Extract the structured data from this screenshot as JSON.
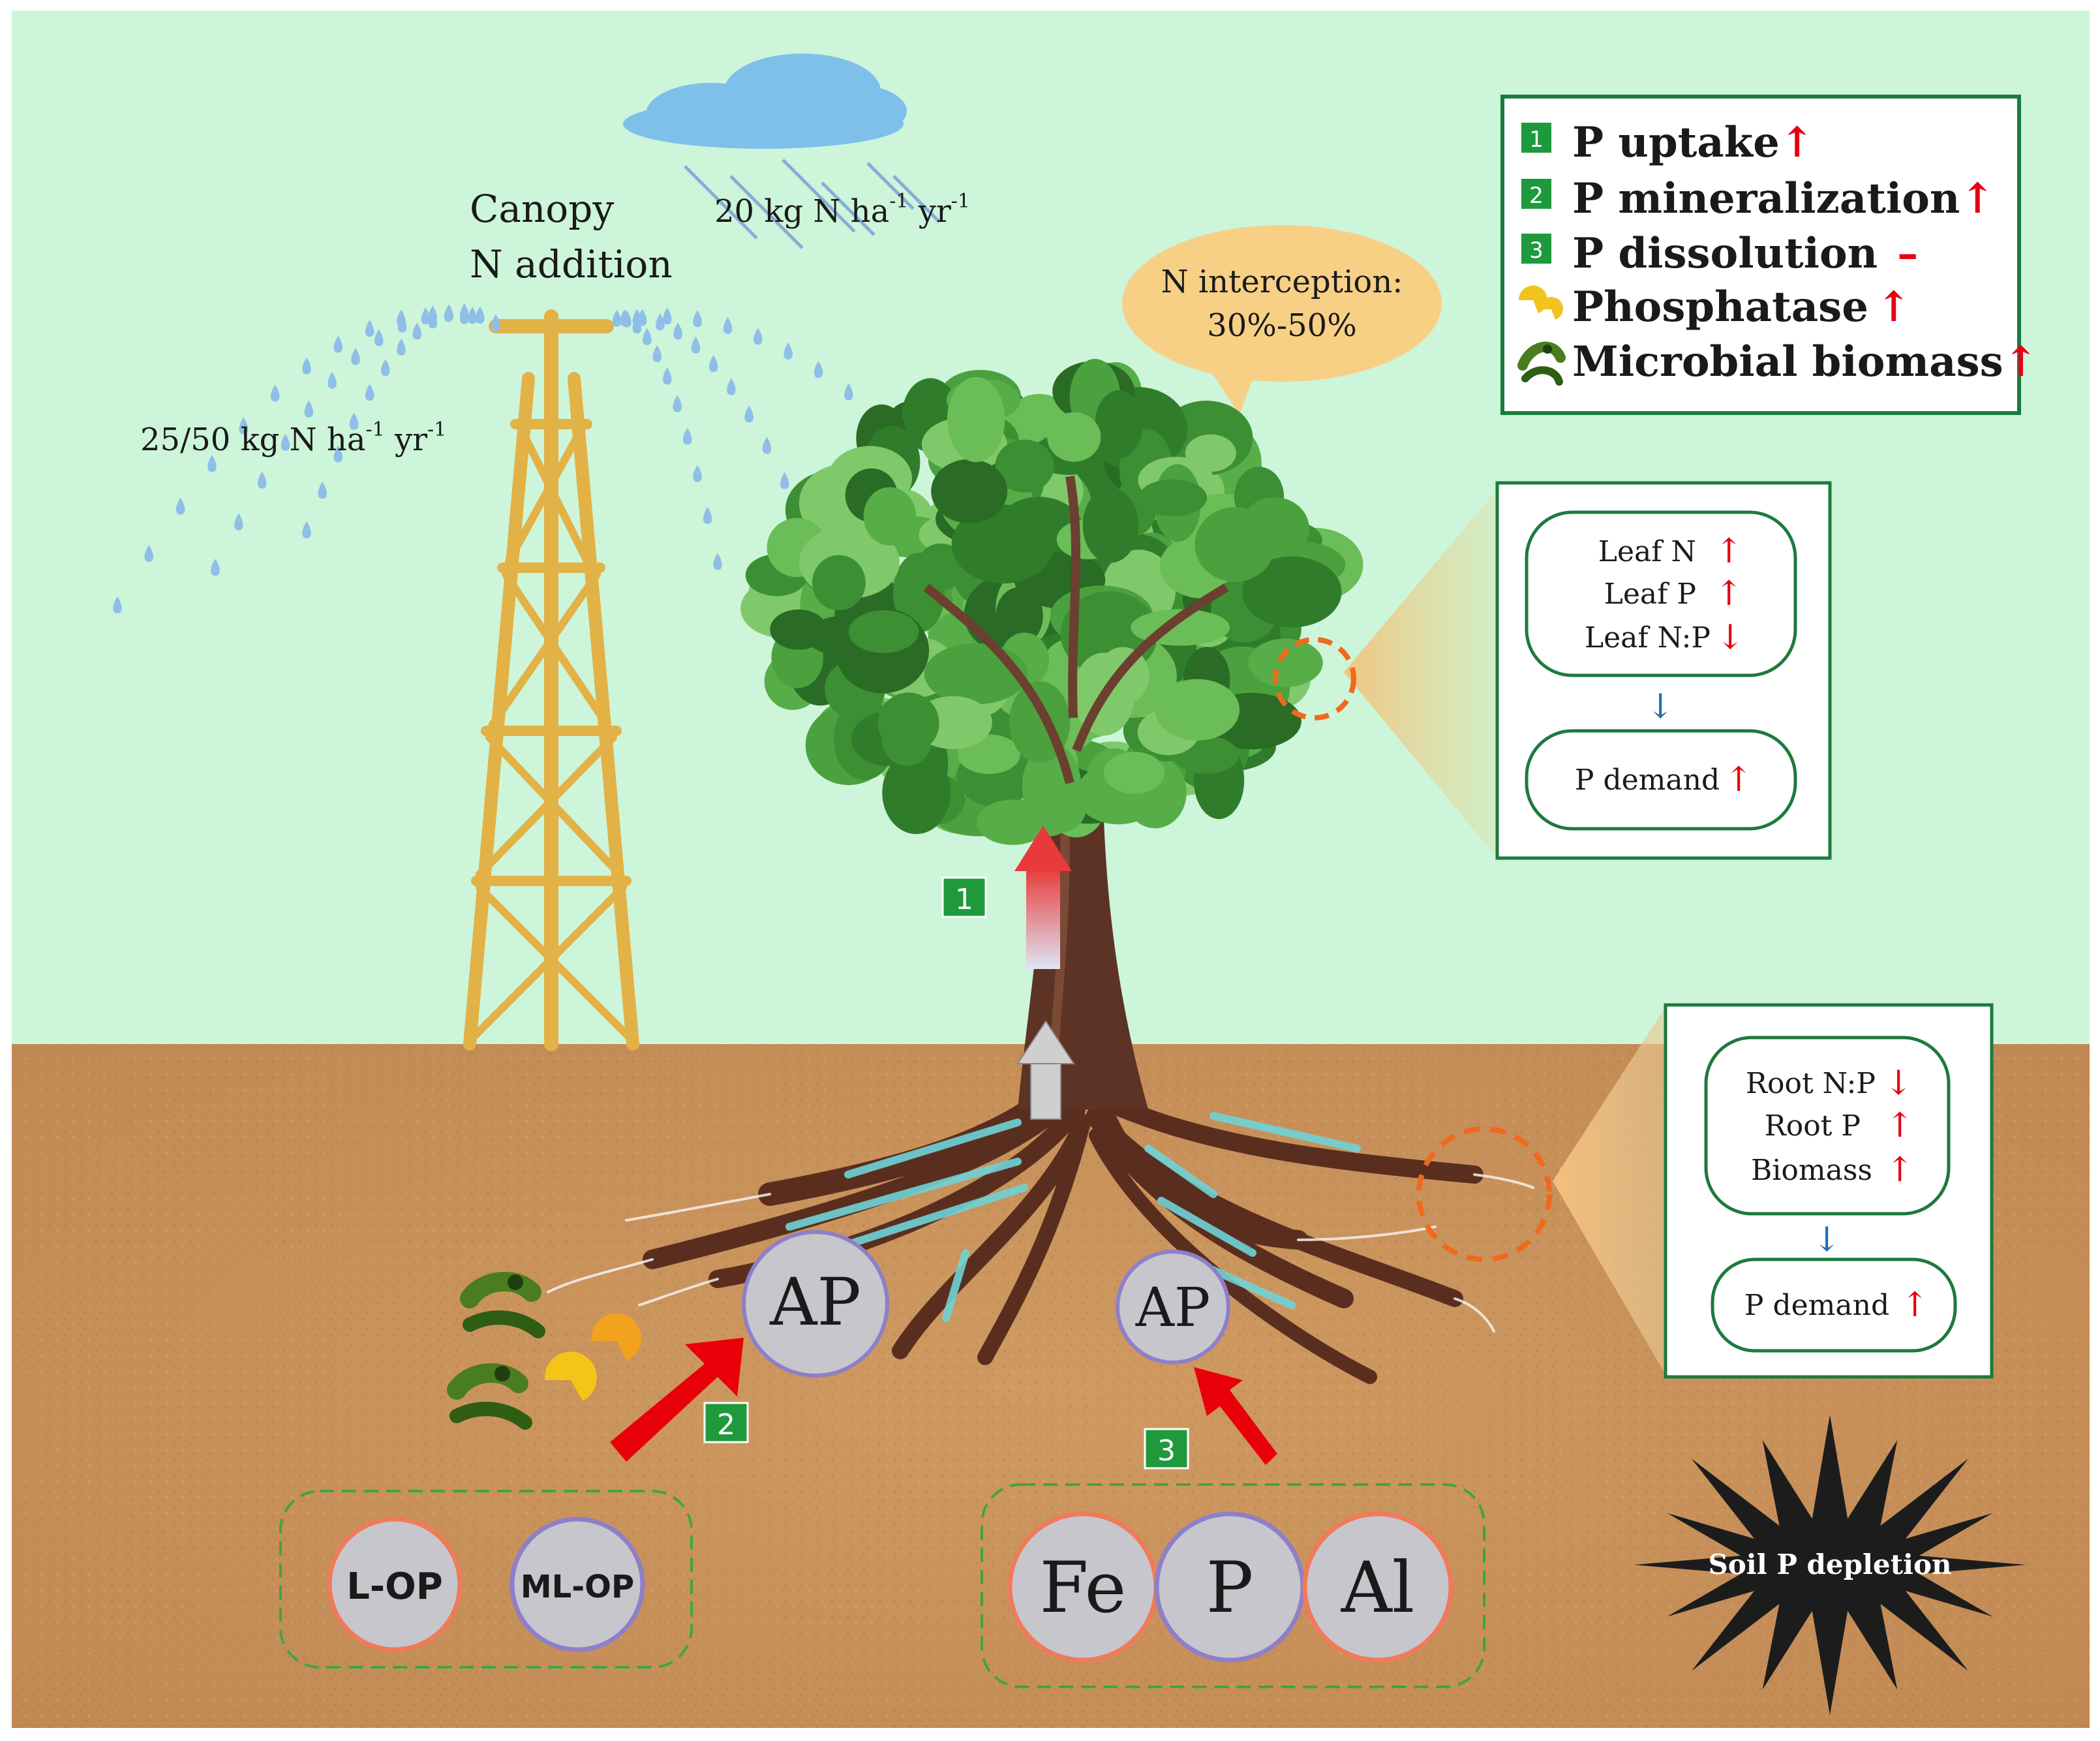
{
  "canopy": {
    "line1": "Canopy",
    "line2": "N addition"
  },
  "rain": {
    "label_main": "20 kg N ha",
    "label_sup1": "-1",
    "label_mid": " yr",
    "label_sup2": "-1"
  },
  "spray": {
    "label_main": "25/50 kg N ha",
    "label_sup1": "-1",
    "label_mid": " yr",
    "label_sup2": "-1"
  },
  "interception": {
    "line1": "N interception:",
    "line2": "30%-50%"
  },
  "legend": {
    "items": [
      {
        "badge": "1",
        "text": "P uptake",
        "trend": "↑"
      },
      {
        "badge": "2",
        "text": "P mineralization",
        "trend": "↑"
      },
      {
        "badge": "3",
        "text": "P dissolution",
        "trend": "–"
      },
      {
        "icon": "phosphatase-icon",
        "text": "Phosphatase",
        "trend": "↑"
      },
      {
        "icon": "microbe-icon",
        "text": "Microbial biomass",
        "trend": "↑"
      }
    ]
  },
  "leaf_panel": {
    "rows": [
      {
        "text": "Leaf N",
        "trend": "↑"
      },
      {
        "text": "Leaf P",
        "trend": "↑"
      },
      {
        "text": "Leaf N:P",
        "trend": "↓"
      }
    ],
    "arrow": "↓",
    "demand": {
      "text": "P demand",
      "trend": "↑"
    }
  },
  "root_panel": {
    "rows": [
      {
        "text": "Root N:P",
        "trend": "↓"
      },
      {
        "text": "Root P",
        "trend": "↑"
      },
      {
        "text": "Biomass",
        "trend": "↑"
      }
    ],
    "arrow": "↓",
    "demand": {
      "text": "P demand",
      "trend": "↑"
    }
  },
  "soil": {
    "ap_left": "AP",
    "ap_right": "AP",
    "organic": [
      "L-OP",
      "ML-OP"
    ],
    "inorganic": [
      "Fe",
      "P",
      "Al"
    ],
    "badges": [
      "1",
      "2",
      "3"
    ],
    "depletion": "Soil P depletion"
  },
  "colors": {
    "sky": "#cdf5da",
    "soil": "#c8915a",
    "badge": "#1e9a3c",
    "trend_red": "#e60012",
    "trend_blue": "#1f6fb5",
    "panel_border": "#1d7a3d",
    "tower": "#e2b247",
    "water": "#8fbfe8"
  }
}
